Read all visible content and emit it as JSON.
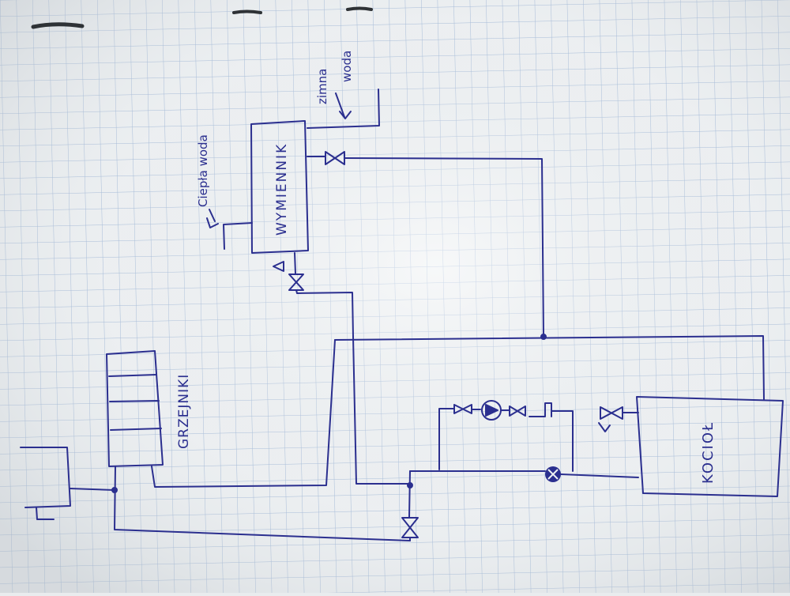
{
  "labels": {
    "heater": "GRZEJNIKI",
    "exchanger": "WYMIENNIK",
    "boiler": "KOCIOŁ",
    "hot_water": "Ciepła woda",
    "cold_water": "zimna",
    "cold_water_2": "woda"
  },
  "colors": {
    "ink": "#2b2f8f",
    "paper": "#edf0f2",
    "grid": "#9fb6d6"
  }
}
